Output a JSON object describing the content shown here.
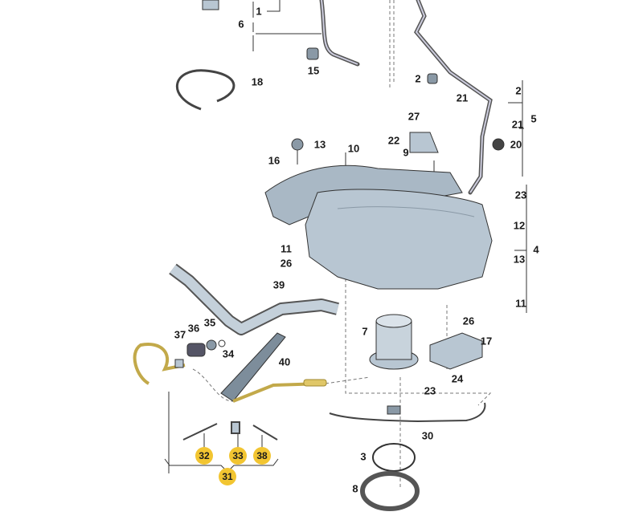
{
  "diagram": {
    "highlight_color": "#f2c531",
    "part_color": "#b8c6d2",
    "harness_color": "#d9c060",
    "callouts": [
      {
        "id": "1",
        "highlight": false
      },
      {
        "id": "6",
        "highlight": false
      },
      {
        "id": "15",
        "highlight": false
      },
      {
        "id": "18",
        "highlight": false
      },
      {
        "id": "2",
        "highlight": false
      },
      {
        "id": "2",
        "highlight": false
      },
      {
        "id": "21",
        "highlight": false
      },
      {
        "id": "21",
        "highlight": false
      },
      {
        "id": "5",
        "highlight": false
      },
      {
        "id": "27",
        "highlight": false
      },
      {
        "id": "22",
        "highlight": false
      },
      {
        "id": "9",
        "highlight": false
      },
      {
        "id": "20",
        "highlight": false
      },
      {
        "id": "13",
        "highlight": false
      },
      {
        "id": "10",
        "highlight": false
      },
      {
        "id": "16",
        "highlight": false
      },
      {
        "id": "23",
        "highlight": false
      },
      {
        "id": "12",
        "highlight": false
      },
      {
        "id": "11",
        "highlight": false
      },
      {
        "id": "26",
        "highlight": false
      },
      {
        "id": "13",
        "highlight": false
      },
      {
        "id": "4",
        "highlight": false
      },
      {
        "id": "39",
        "highlight": false
      },
      {
        "id": "11",
        "highlight": false
      },
      {
        "id": "36",
        "highlight": false
      },
      {
        "id": "35",
        "highlight": false
      },
      {
        "id": "37",
        "highlight": false
      },
      {
        "id": "7",
        "highlight": false
      },
      {
        "id": "26",
        "highlight": false
      },
      {
        "id": "34",
        "highlight": false
      },
      {
        "id": "17",
        "highlight": false
      },
      {
        "id": "40",
        "highlight": false
      },
      {
        "id": "24",
        "highlight": false
      },
      {
        "id": "23",
        "highlight": false
      },
      {
        "id": "30",
        "highlight": false
      },
      {
        "id": "32",
        "highlight": true
      },
      {
        "id": "33",
        "highlight": true
      },
      {
        "id": "38",
        "highlight": true
      },
      {
        "id": "31",
        "highlight": true
      },
      {
        "id": "3",
        "highlight": false
      },
      {
        "id": "8",
        "highlight": false
      }
    ]
  }
}
